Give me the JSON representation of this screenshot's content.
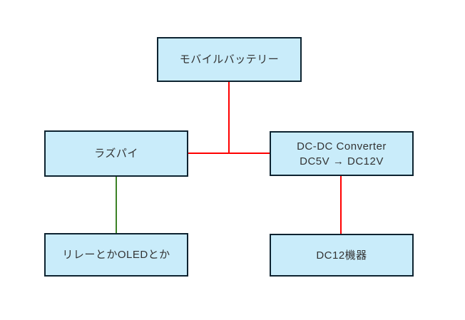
{
  "diagram": {
    "colors": {
      "background": "#ffffff",
      "node_fill": "#c9ecfa",
      "node_border": "#0d2330",
      "text": "#333333",
      "power_line": "#ff0000",
      "signal_line": "#3c8226"
    },
    "nodes": {
      "mobile_battery": {
        "label": "モバイルバッテリー"
      },
      "raspberry_pi": {
        "label": "ラズパイ"
      },
      "dcdc_converter": {
        "label": "DC-DC Converter\nDC5V → DC12V"
      },
      "relay_oled": {
        "label": "リレーとかOLEDとか"
      },
      "dc12_device": {
        "label": "DC12機器"
      }
    },
    "edges": {
      "battery_to_junction": {
        "color": "#ff0000",
        "from": "mobile_battery",
        "to": "raspi_dcdc_link"
      },
      "raspi_to_dcdc": {
        "color": "#ff0000",
        "from": "raspberry_pi",
        "to": "dcdc_converter"
      },
      "raspi_to_relay": {
        "color": "#3c8226",
        "from": "raspberry_pi",
        "to": "relay_oled"
      },
      "dcdc_to_dc12": {
        "color": "#ff0000",
        "from": "dcdc_converter",
        "to": "dc12_device"
      }
    }
  }
}
